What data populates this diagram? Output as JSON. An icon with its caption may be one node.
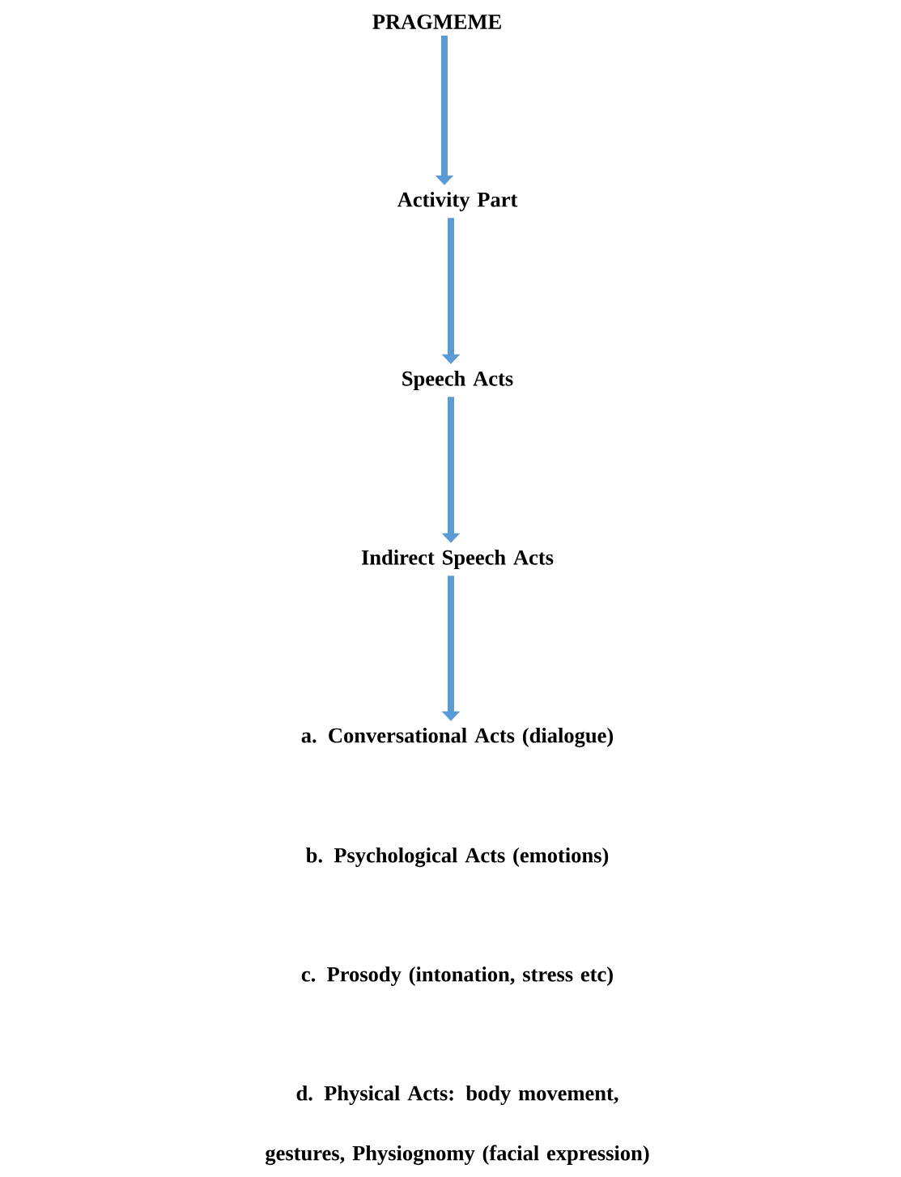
{
  "diagram": {
    "nodes": [
      {
        "text": [
          "PRAGMEME"
        ]
      },
      {
        "text": [
          "Activity Part"
        ]
      },
      {
        "text": [
          "Speech Acts"
        ]
      },
      {
        "text": [
          "Indirect Speech Acts"
        ]
      },
      {
        "text": [
          "a. Conversational Acts (dialogue)"
        ]
      },
      {
        "text": [
          "b. Psychological Acts (emotions)"
        ]
      },
      {
        "text": [
          "c. Prosody (intonation, stress etc)"
        ]
      },
      {
        "text": [
          "d. Physical Acts: body movement, gestures, Physiognomy (facial expression)"
        ]
      }
    ],
    "edges": [
      {
        "from": 0,
        "to": 1,
        "arrow": "to"
      },
      {
        "from": 1,
        "to": 2,
        "arrow": "to"
      },
      {
        "from": 2,
        "to": 3,
        "arrow": "to"
      },
      {
        "from": 3,
        "to": 4,
        "arrow": "to"
      }
    ]
  }
}
